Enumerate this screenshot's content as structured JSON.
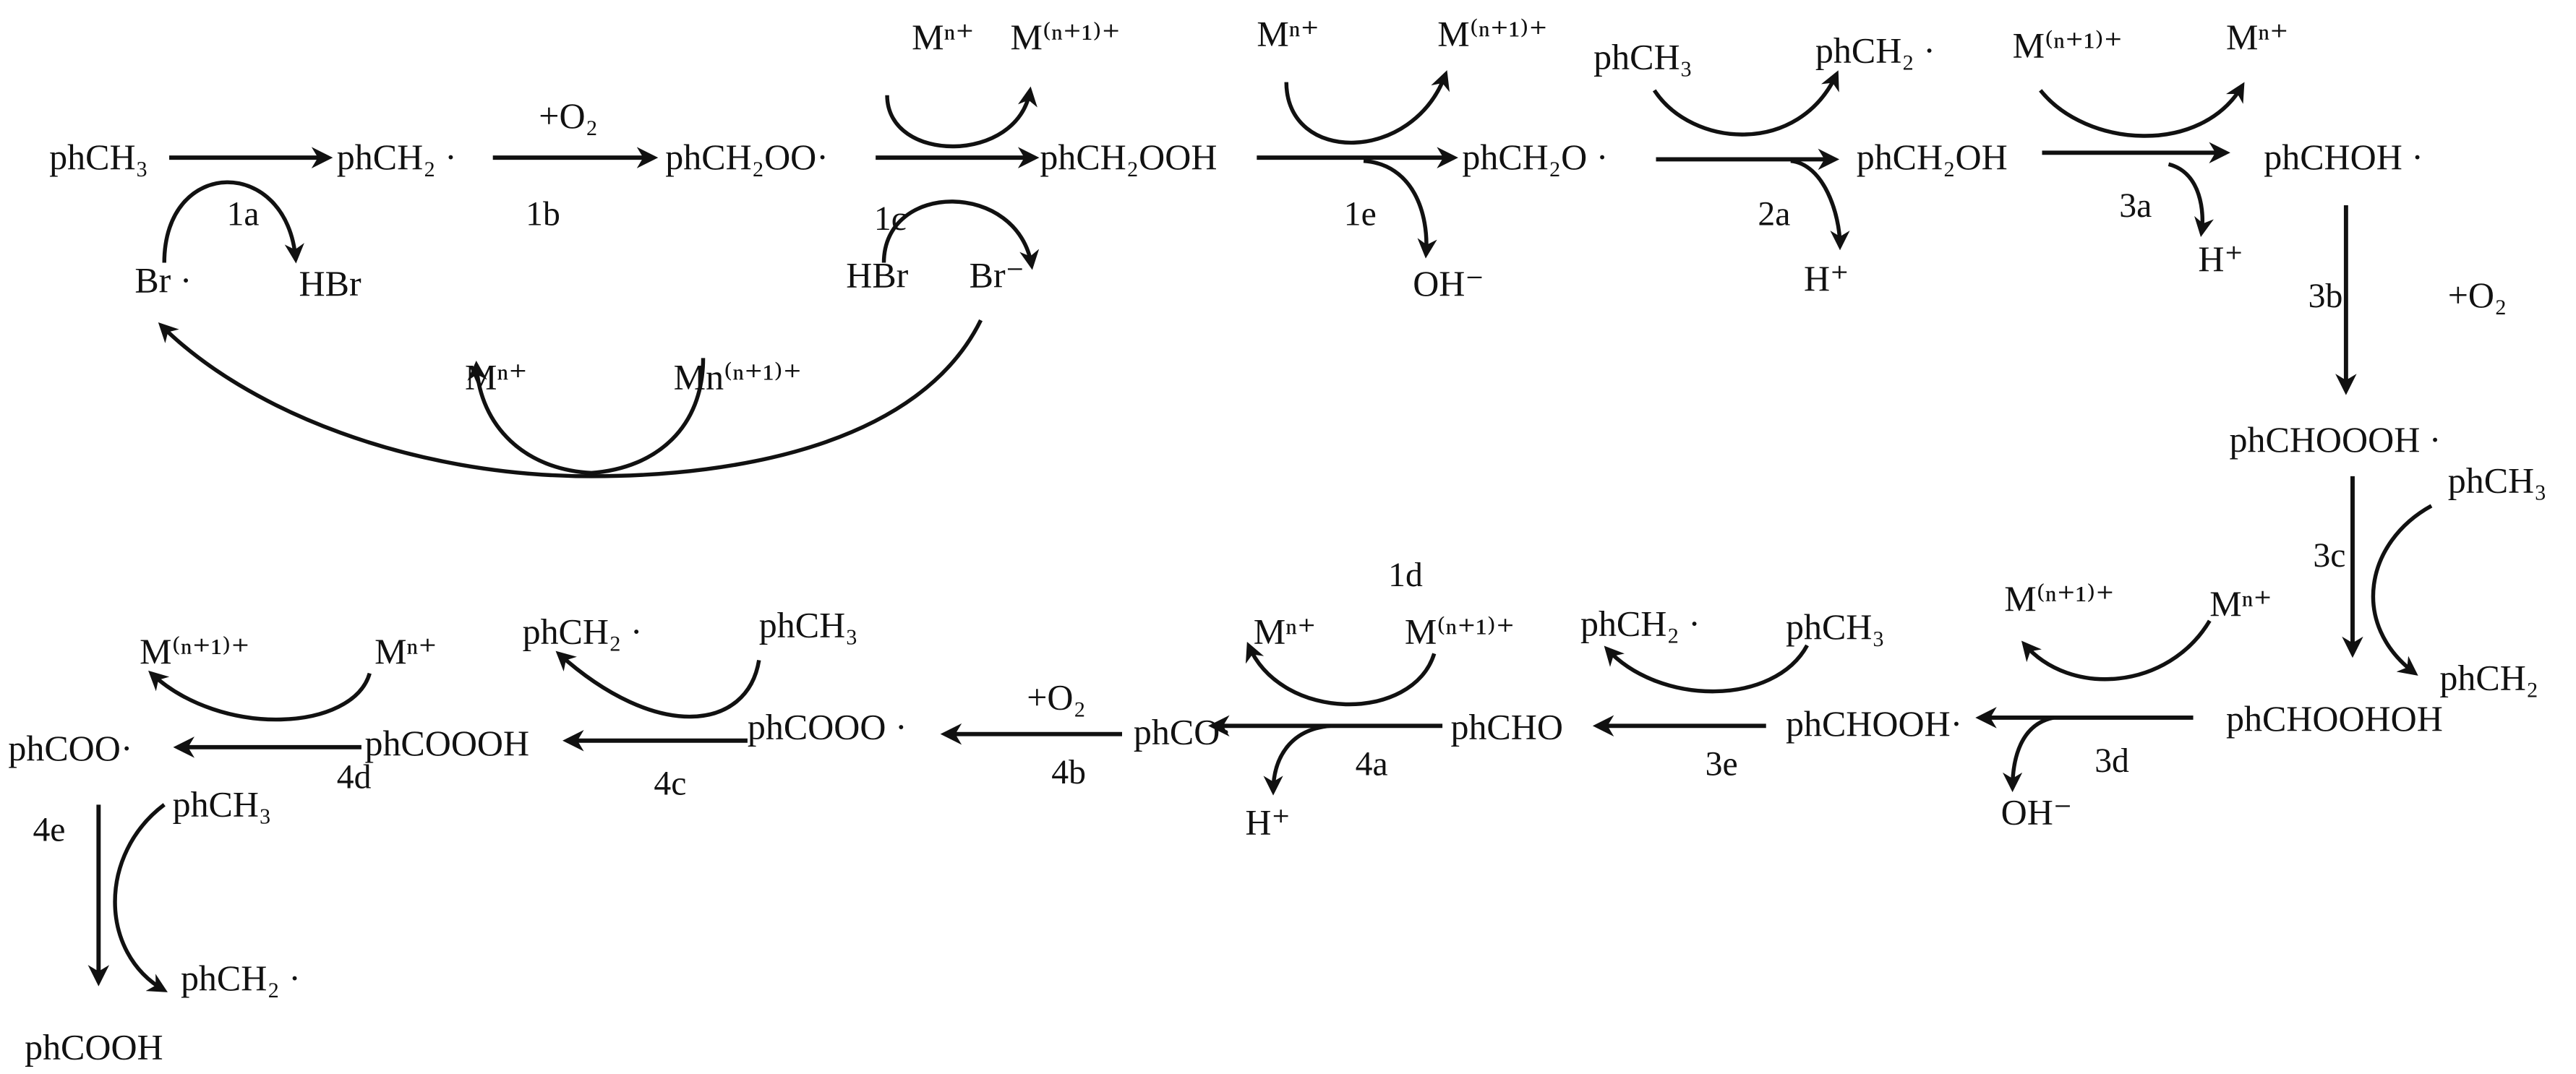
{
  "colors": {
    "ink": "#111111",
    "background": "#ffffff"
  },
  "species": {
    "r1_toluene": "phCH₃",
    "r1_benzyl": "phCH₂ ·",
    "r1_peroxy": "phCH₂OO·",
    "r1_hydroperoxide": "phCH₂OOH",
    "r1_alkoxy": "phCH₂O ·",
    "r1_alcohol": "phCH₂OH",
    "r1_hydroxybenzyl": "phCHOH ·",
    "c_peroxy": "phCHOOOH ·",
    "c_toluene": "phCH₃",
    "c_benzyl": "phCH₂",
    "c_hydroxyhydroperoxide": "phCHOOHOH",
    "r2_radical": "phCHOOH·",
    "r2_aldehyde": "phCHO",
    "r2_acyl": "phCO·",
    "r2_acylperoxy": "phCOOO ·",
    "r2_peracid": "phCOOOH",
    "r2_acyloxy": "phCOO·",
    "e_toluene": "phCH₃",
    "e_benzyl": "phCH₂ ·",
    "e_acid": "phCOOH"
  },
  "reagents": {
    "br_radical": "Br ·",
    "hbr_1a": "HBr",
    "hbr_1c": "HBr",
    "br_anion": "Br⁻",
    "m_1c_in": "Mⁿ⁺",
    "m_1c_out": "M⁽ⁿ⁺¹⁾⁺",
    "m_1d_out": "Mⁿ⁺",
    "m_1d_in": "Mn⁽ⁿ⁺¹⁾⁺",
    "m_1e_in": "Mⁿ⁺",
    "m_1e_out": "M⁽ⁿ⁺¹⁾⁺",
    "oh_1e": "OH⁻",
    "tol_2a": "phCH₃",
    "bz_2a": "phCH₂ ·",
    "h_2a": "H⁺",
    "m_3a_in": "M⁽ⁿ⁺¹⁾⁺",
    "m_3a_out": "Mⁿ⁺",
    "h_3a": "H⁺",
    "o2_1b": "+O₂",
    "o2_3b": "+O₂",
    "m_3d_out": "M⁽ⁿ⁺¹⁾⁺",
    "m_3d_in": "Mⁿ⁺",
    "oh_3d": "OH⁻",
    "bz_3e": "phCH₂ ·",
    "tol_3e": "phCH₃",
    "m_4a_out": "Mⁿ⁺",
    "m_4a_in": "M⁽ⁿ⁺¹⁾⁺",
    "h_4a": "H⁺",
    "o2_4b": "+O₂",
    "bz_4c": "phCH₂ ·",
    "tol_4c": "phCH₃",
    "m_4d_out": "M⁽ⁿ⁺¹⁾⁺",
    "m_4d_in": "Mⁿ⁺"
  },
  "steps": {
    "s1a": "1a",
    "s1b": "1b",
    "s1c": "1c",
    "s1d": "1d",
    "s1e": "1e",
    "s2a": "2a",
    "s3a": "3a",
    "s3b": "3b",
    "s3c": "3c",
    "s3d": "3d",
    "s3e": "3e",
    "s4a": "4a",
    "s4b": "4b",
    "s4c": "4c",
    "s4d": "4d",
    "s4e": "4e"
  }
}
